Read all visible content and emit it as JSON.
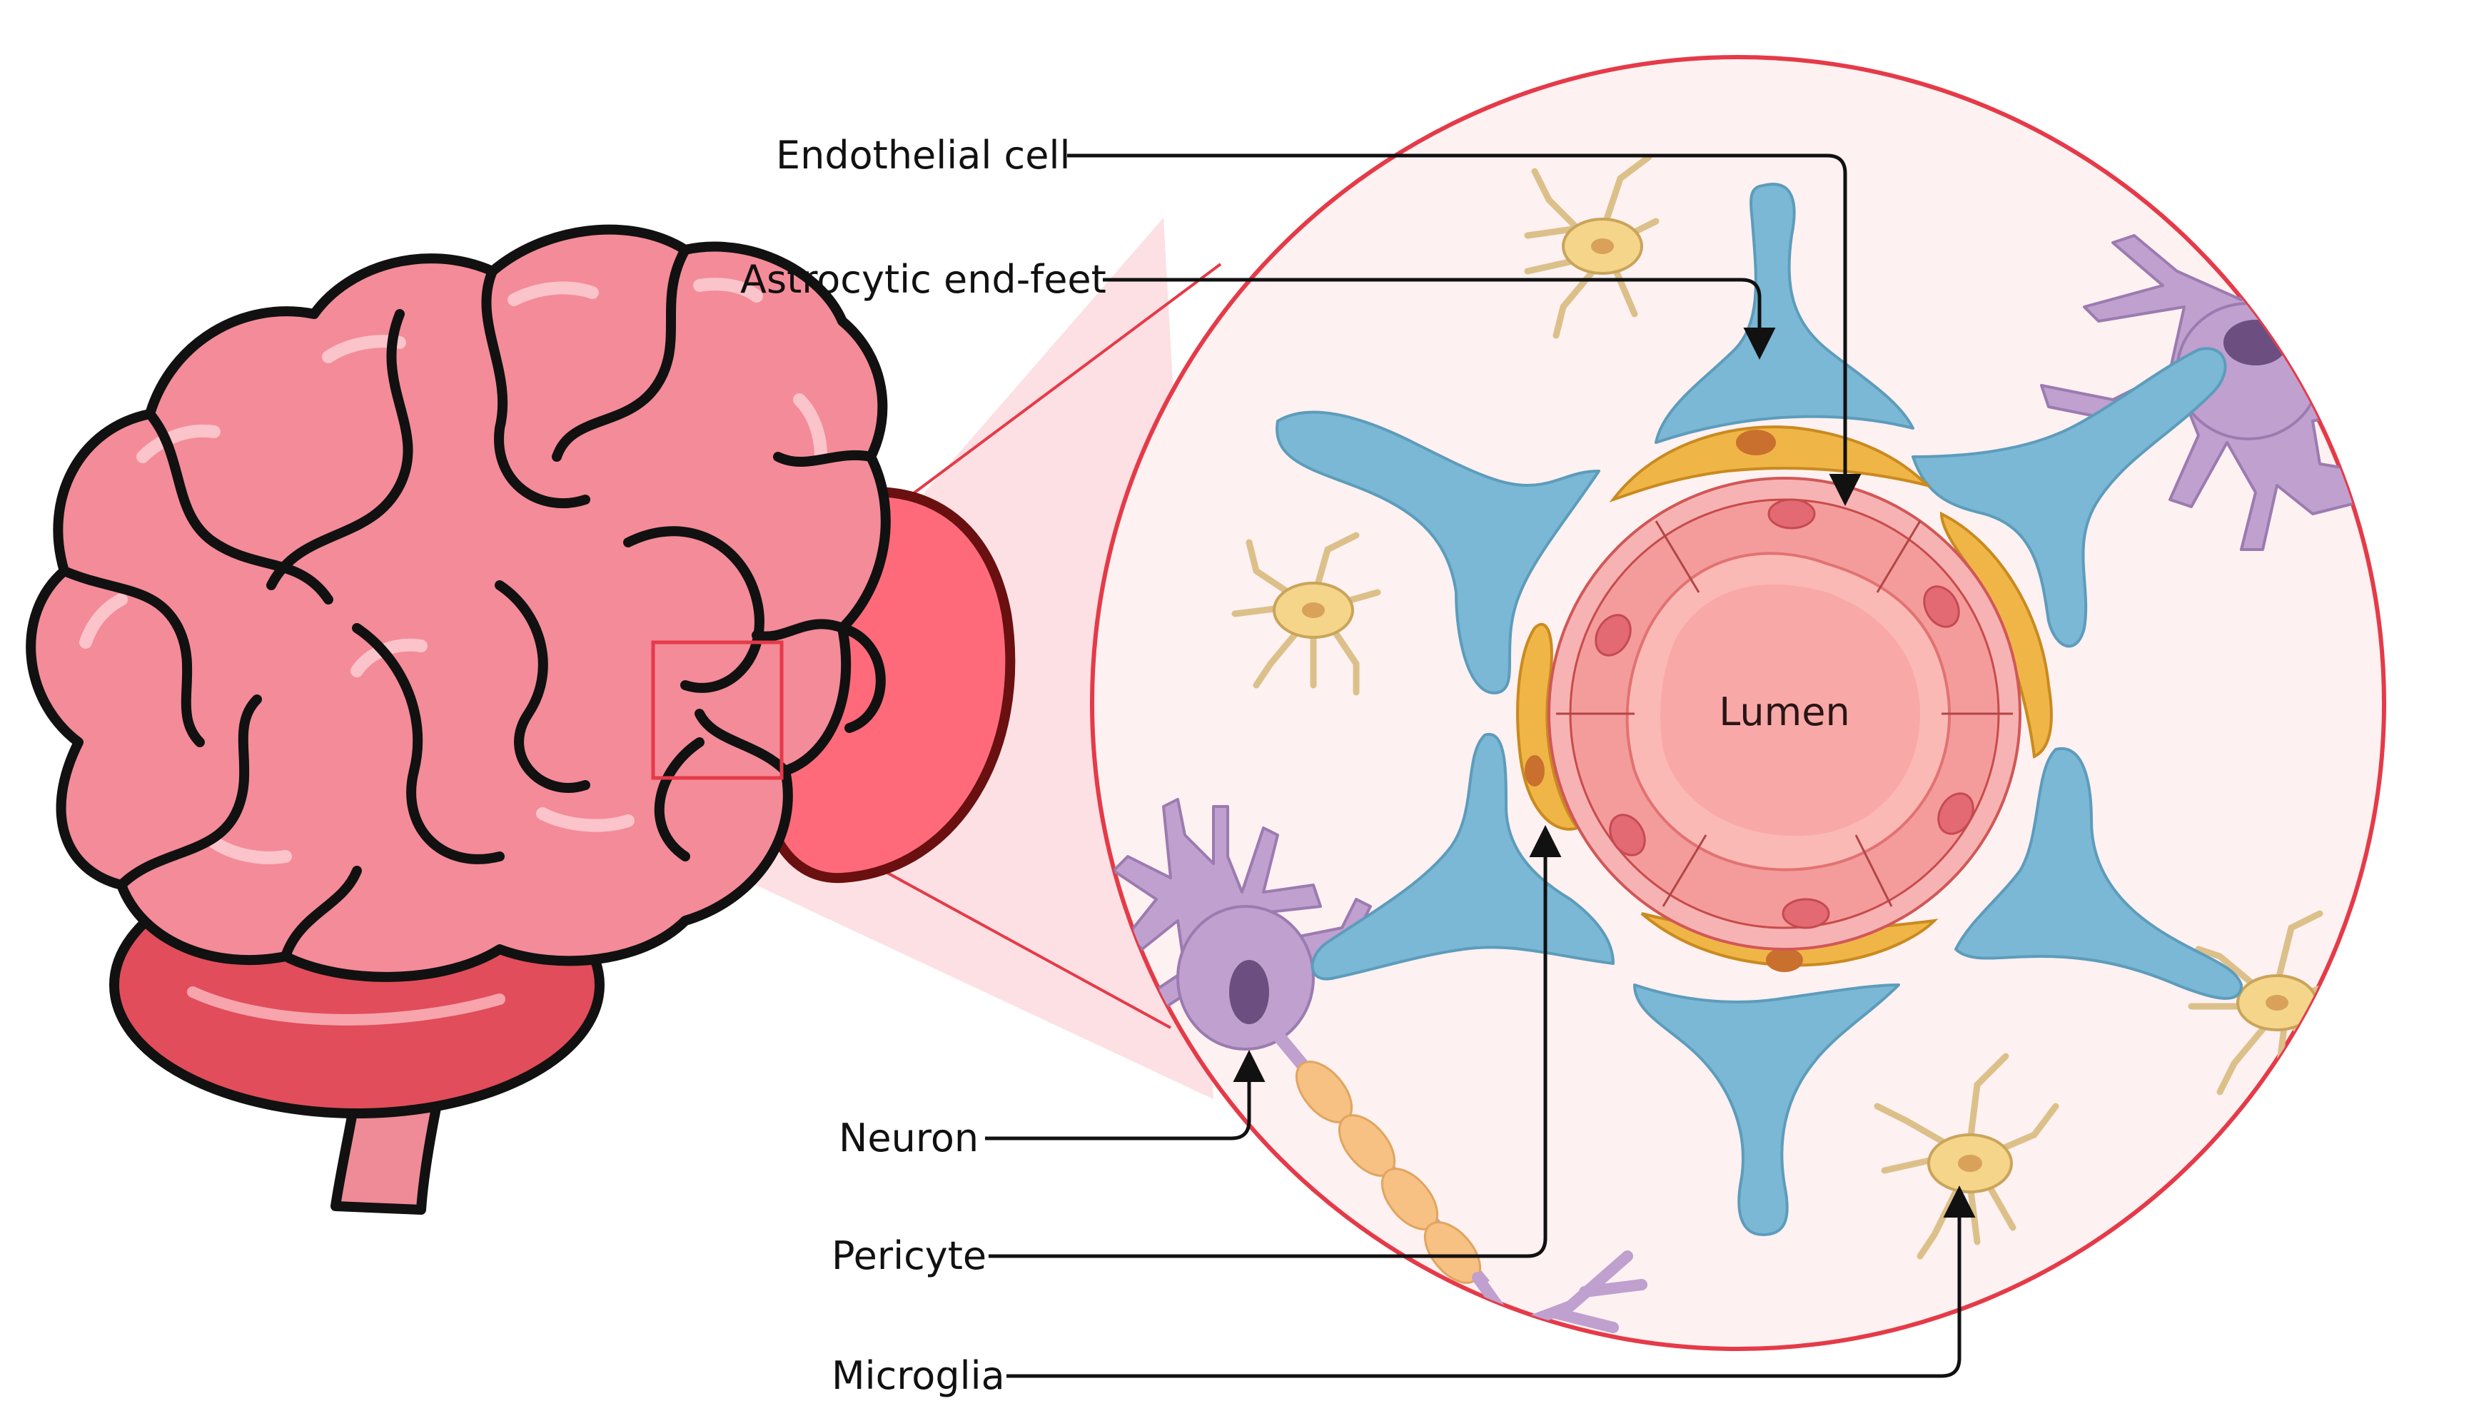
{
  "labels": {
    "endothelial": "Endothelial cell",
    "astrocytic": "Astrocytic end-feet",
    "neuron": "Neuron",
    "pericyte": "Pericyte",
    "microglia": "Microglia",
    "lumen": "Lumen"
  },
  "colors": {
    "brain_pink": "#f48b98",
    "brain_dark": "#d9535e",
    "zoom_red": "#e53a48",
    "circle_fill": "#fdf1f1",
    "astrocyte_blue": "#7ab8d6",
    "pericyte_orange": "#f0b547",
    "neuron_purple": "#bfa0cf",
    "microglia_yellow": "#f4d58a",
    "lumen_pink": "#f4a3a3"
  }
}
